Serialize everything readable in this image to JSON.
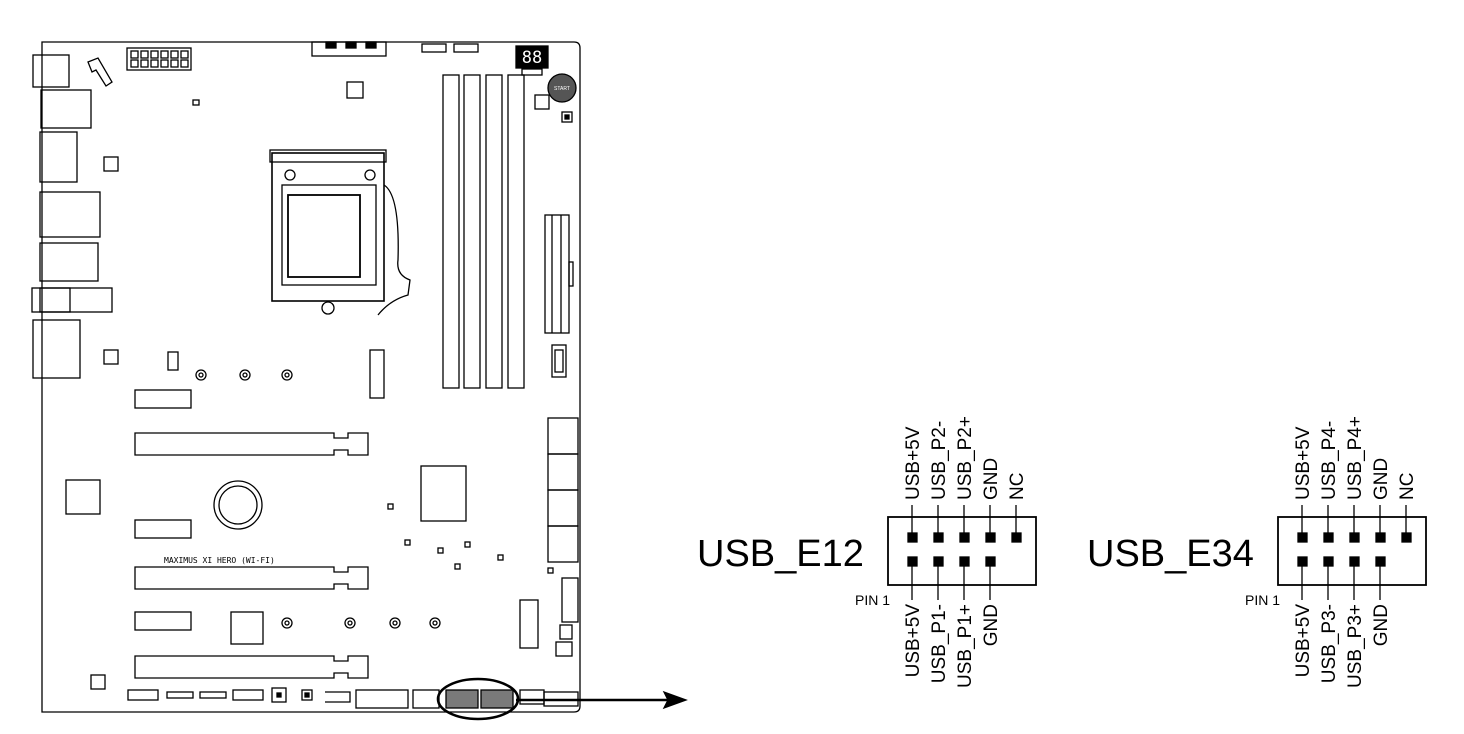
{
  "board": {
    "model_label": "MAXIMUS XI HERO (WI-FI)",
    "start_button_label": "START",
    "debug_display": "88"
  },
  "headers": [
    {
      "name": "USB_E12",
      "top_pins": [
        "USB+5V",
        "USB_P2-",
        "USB_P2+",
        "GND",
        "NC"
      ],
      "bottom_pins": [
        "USB+5V",
        "USB_P1-",
        "USB_P1+",
        "GND"
      ],
      "pin1_label": "PIN 1"
    },
    {
      "name": "USB_E34",
      "top_pins": [
        "USB+5V",
        "USB_P4-",
        "USB_P4+",
        "GND",
        "NC"
      ],
      "bottom_pins": [
        "USB+5V",
        "USB_P3-",
        "USB_P3+",
        "GND"
      ],
      "pin1_label": "PIN 1"
    }
  ]
}
